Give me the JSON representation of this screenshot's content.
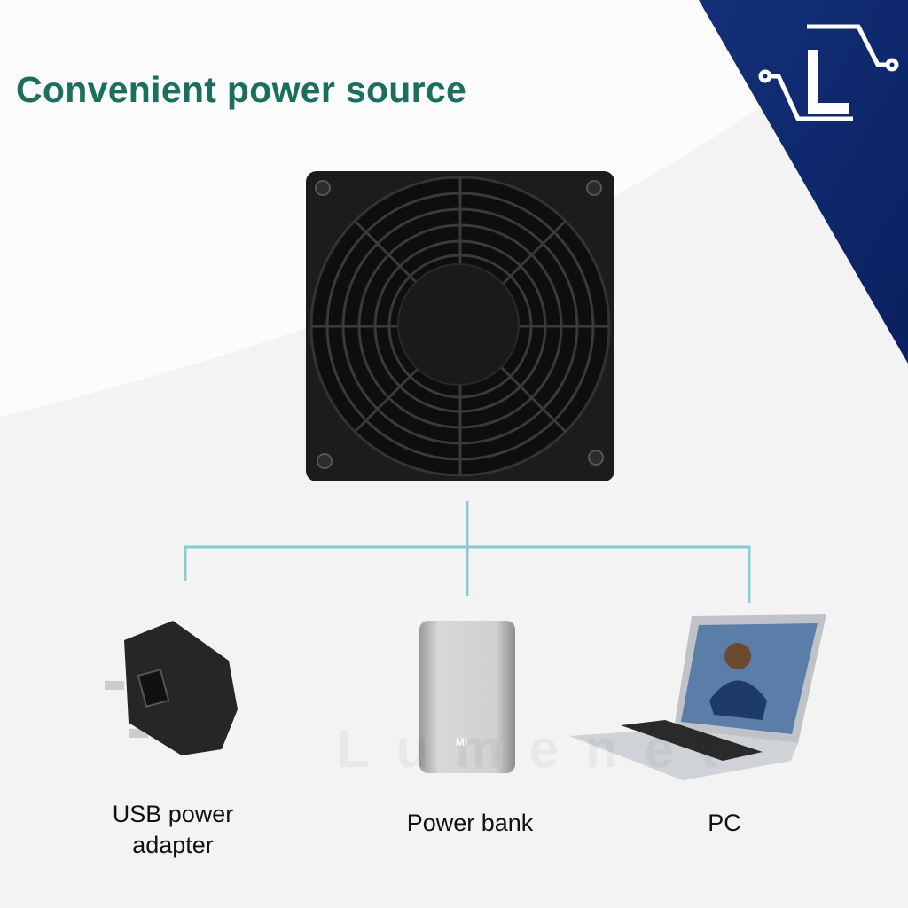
{
  "title": "Convenient power source",
  "logo": {
    "letter": "L"
  },
  "watermark": "Lumenet",
  "powerbank_brand": "MI",
  "sources": [
    {
      "label_line1": "USB power",
      "label_line2": "adapter"
    },
    {
      "label": "Power bank"
    },
    {
      "label": "PC"
    }
  ],
  "colors": {
    "title": "#1b6f5c",
    "connector": "#86cdd3",
    "corner": "#0e2a6e"
  }
}
